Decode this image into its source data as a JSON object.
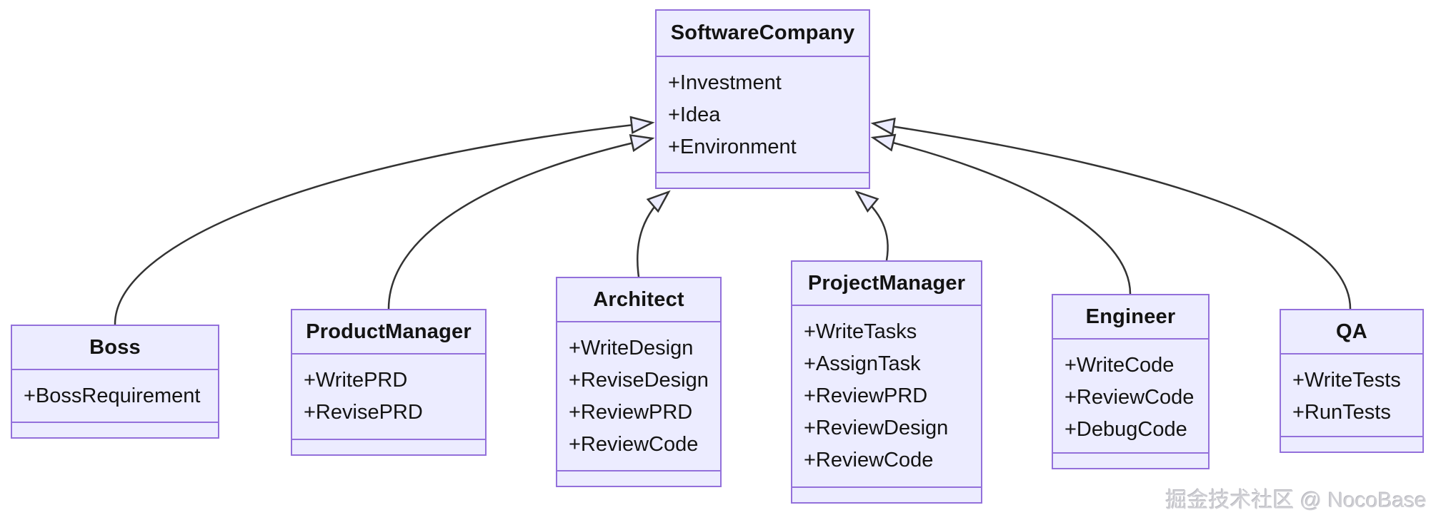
{
  "diagram": {
    "type": "uml-class-diagram",
    "colors": {
      "class_fill": "#ECECFF",
      "class_border": "#9370DB",
      "edge_line": "#333333",
      "text": "#131313",
      "watermark_text": "#cfcfd4"
    },
    "classes": [
      {
        "name": "SoftwareCompany",
        "members": [
          "+Investment",
          "+Idea",
          "+Environment"
        ]
      },
      {
        "name": "Boss",
        "members": [
          "+BossRequirement"
        ]
      },
      {
        "name": "ProductManager",
        "members": [
          "+WritePRD",
          "+RevisePRD"
        ]
      },
      {
        "name": "Architect",
        "members": [
          "+WriteDesign",
          "+ReviseDesign",
          "+ReviewPRD",
          "+ReviewCode"
        ]
      },
      {
        "name": "ProjectManager",
        "members": [
          "+WriteTasks",
          "+AssignTask",
          "+ReviewPRD",
          "+ReviewDesign",
          "+ReviewCode"
        ]
      },
      {
        "name": "Engineer",
        "members": [
          "+WriteCode",
          "+ReviewCode",
          "+DebugCode"
        ]
      },
      {
        "name": "QA",
        "members": [
          "+WriteTests",
          "+RunTests"
        ]
      }
    ],
    "relations": [
      {
        "from": "Boss",
        "to": "SoftwareCompany",
        "type": "inheritance"
      },
      {
        "from": "ProductManager",
        "to": "SoftwareCompany",
        "type": "inheritance"
      },
      {
        "from": "Architect",
        "to": "SoftwareCompany",
        "type": "inheritance"
      },
      {
        "from": "ProjectManager",
        "to": "SoftwareCompany",
        "type": "inheritance"
      },
      {
        "from": "Engineer",
        "to": "SoftwareCompany",
        "type": "inheritance"
      },
      {
        "from": "QA",
        "to": "SoftwareCompany",
        "type": "inheritance"
      }
    ]
  },
  "watermark": {
    "text": "掘金技术社区 @ NocoBase"
  }
}
